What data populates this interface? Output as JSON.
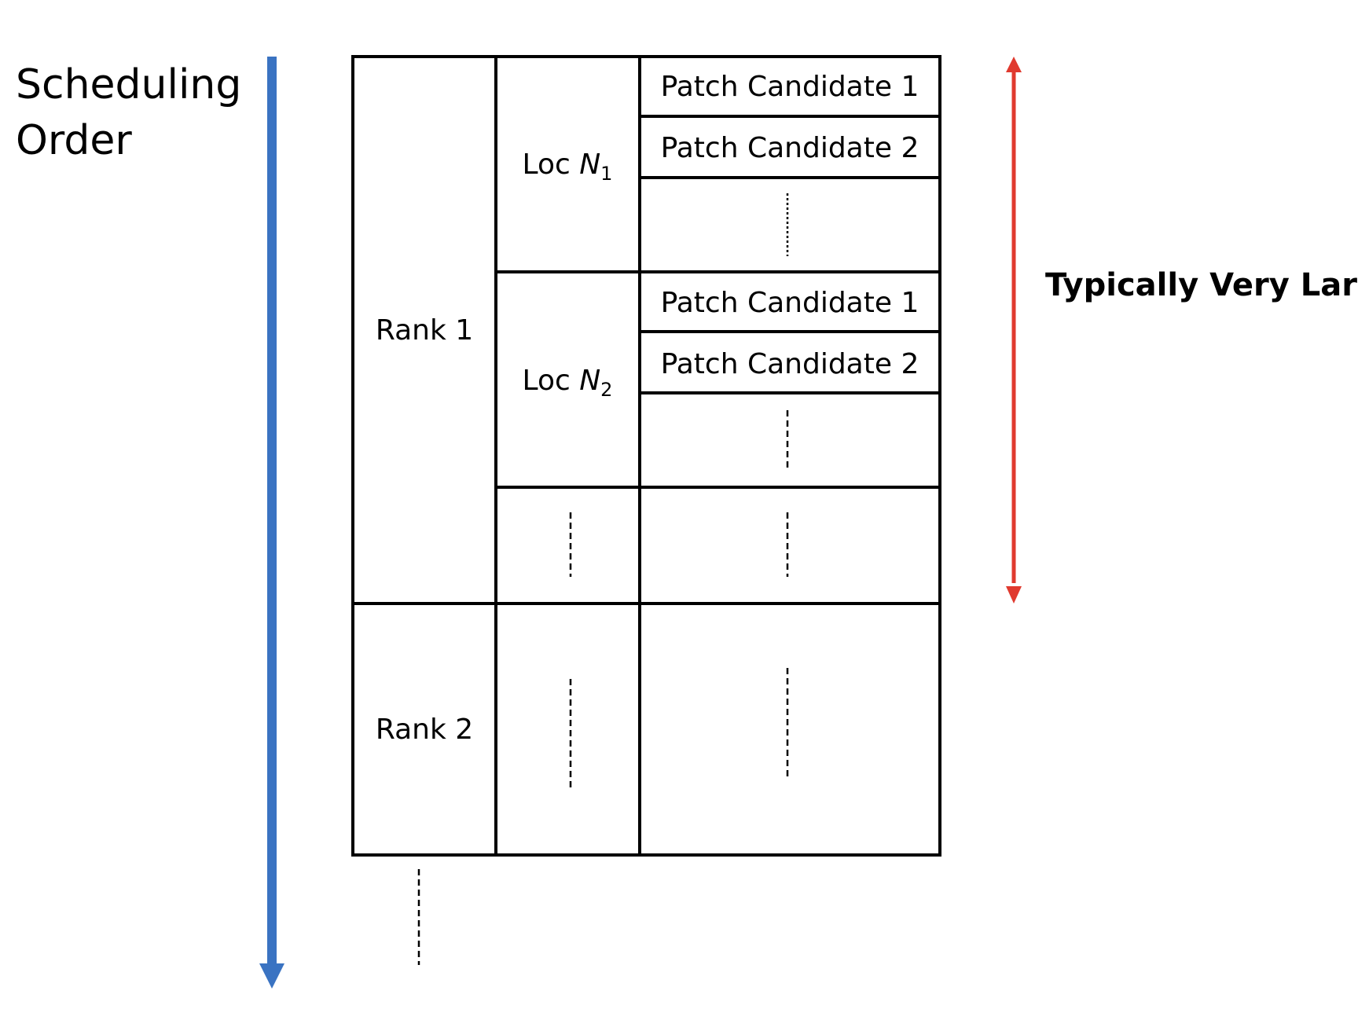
{
  "axis": {
    "title_line1": "Scheduling",
    "title_line2": "Order",
    "arrow_color": "#3A73C2"
  },
  "annotation": {
    "text": "Typically Very Large",
    "arrow_color": "#E03A2F"
  },
  "table": {
    "ranks": [
      {
        "label": "Rank 1",
        "locations": [
          {
            "prefix": "Loc ",
            "var": "N",
            "sub": "1",
            "candidates": [
              "Patch Candidate 1",
              "Patch Candidate 2"
            ]
          },
          {
            "prefix": "Loc ",
            "var": "N",
            "sub": "2",
            "candidates": [
              "Patch Candidate 1",
              "Patch Candidate 2"
            ]
          }
        ]
      },
      {
        "label": "Rank 2"
      }
    ]
  }
}
